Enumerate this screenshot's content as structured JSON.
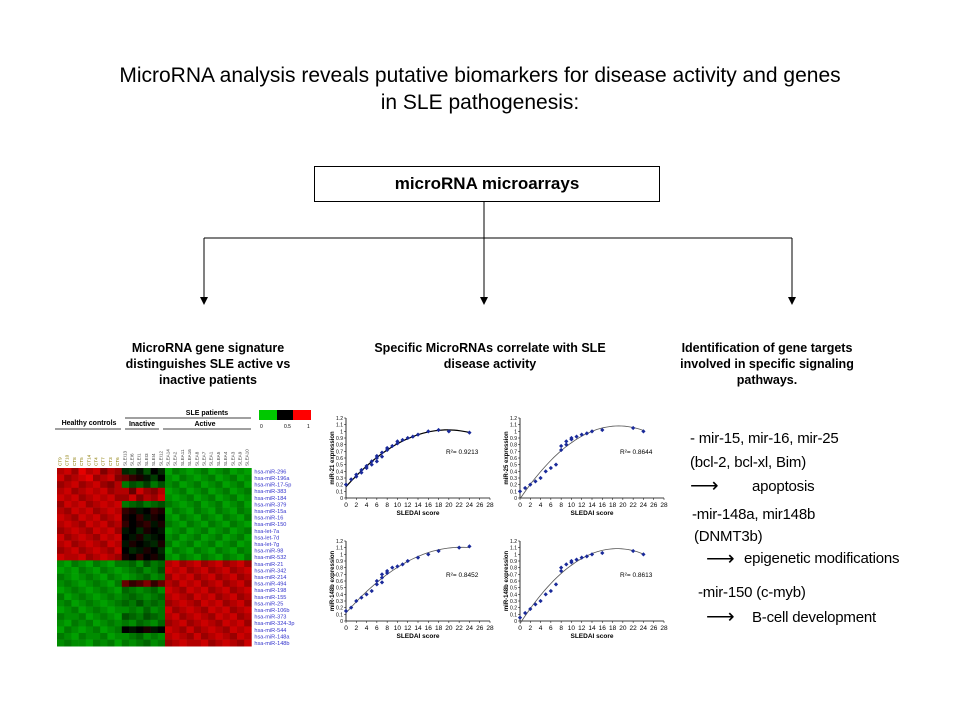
{
  "title_line1": "MicroRNA analysis reveals putative biomarkers for disease activity and genes",
  "title_line2": "in SLE pathogenesis:",
  "main_box": "microRNA microarrays",
  "branches": [
    {
      "line1": "MicroRNA gene signature",
      "line2": "distinguishes SLE active vs",
      "line3": "inactive patients"
    },
    {
      "line1": "Specific MicroRNAs correlate with SLE",
      "line2": "disease activity"
    },
    {
      "line1": "Identification of gene targets",
      "line2": "involved in specific signaling",
      "line3": "pathways."
    }
  ],
  "heatmap": {
    "group_header": "SLE patients",
    "healthy_label": "Healthy controls",
    "inactive_label": "Inactive",
    "active_label": "Active",
    "scale_labels": [
      "0",
      "0.5",
      "1"
    ],
    "colors": {
      "low": "#00c800",
      "mid": "#000000",
      "high": "#ff0000"
    },
    "mirnas": [
      "hsa-miR-296",
      "hsa-miR-196a",
      "hsa-miR-17-5p",
      "hsa-miR-383",
      "hsa-miR-184",
      "hsa-miR-379",
      "hsa-miR-15a",
      "hsa-miR-16",
      "hsa-miR-150",
      "hsa-let-7a",
      "hsa-let-7d",
      "hsa-let-7g",
      "hsa-miR-98",
      "hsa-miR-532",
      "hsa-miR-21",
      "hsa-miR-342",
      "hsa-miR-214",
      "hsa-miR-494",
      "hsa-miR-198",
      "hsa-miR-155",
      "hsa-miR-25",
      "hsa-miR-106b",
      "hsa-miR-373",
      "hsa-miR-324-3p",
      "hsa-miR-544",
      "hsa-miR-148a",
      "hsa-miR-148b"
    ],
    "columns": [
      "CT9",
      "CT10",
      "CT8",
      "CT5",
      "CT14",
      "CT4",
      "CT7",
      "CT3",
      "CT6",
      "SLEI13",
      "SLEI6",
      "SLEI1",
      "SLEI3",
      "SLEI4",
      "SLEI12",
      "SLEA14",
      "SLEA2",
      "SLEA11",
      "SLEA16",
      "SLEA8",
      "SLEA7",
      "SLEA1",
      "SLEA5",
      "SLEA4",
      "SLEA3",
      "SLEA9",
      "SLEA10"
    ],
    "matrix": [
      [
        0.85,
        0.9,
        0.8,
        0.95,
        0.85,
        0.9,
        0.75,
        0.85,
        0.8,
        0.4,
        0.35,
        0.45,
        0.3,
        0.5,
        0.4,
        0.1,
        0.2,
        0.15,
        0.1,
        0.15,
        0.2,
        0.1,
        0.15,
        0.2,
        0.1,
        0.15,
        0.1
      ],
      [
        0.9,
        0.8,
        0.85,
        0.9,
        0.95,
        0.8,
        0.85,
        0.9,
        0.75,
        0.7,
        0.6,
        0.55,
        0.45,
        0.35,
        0.5,
        0.15,
        0.1,
        0.2,
        0.15,
        0.1,
        0.15,
        0.2,
        0.1,
        0.15,
        0.2,
        0.1,
        0.15
      ],
      [
        0.8,
        0.85,
        0.9,
        0.8,
        0.85,
        0.9,
        0.8,
        0.75,
        0.85,
        0.2,
        0.3,
        0.25,
        0.35,
        0.2,
        0.3,
        0.15,
        0.2,
        0.1,
        0.15,
        0.2,
        0.1,
        0.15,
        0.2,
        0.1,
        0.15,
        0.2,
        0.1
      ],
      [
        0.85,
        0.9,
        0.8,
        0.85,
        0.9,
        0.85,
        0.9,
        0.8,
        0.85,
        0.85,
        0.7,
        0.9,
        0.8,
        0.75,
        0.85,
        0.1,
        0.15,
        0.2,
        0.1,
        0.15,
        0.2,
        0.1,
        0.15,
        0.2,
        0.1,
        0.15,
        0.2
      ],
      [
        0.9,
        0.85,
        0.9,
        0.8,
        0.85,
        0.9,
        0.85,
        0.9,
        0.8,
        0.8,
        0.9,
        0.75,
        0.85,
        0.8,
        0.9,
        0.15,
        0.1,
        0.15,
        0.2,
        0.1,
        0.15,
        0.2,
        0.1,
        0.15,
        0.2,
        0.1,
        0.15
      ],
      [
        0.8,
        0.9,
        0.85,
        0.9,
        0.8,
        0.85,
        0.9,
        0.85,
        0.9,
        0.2,
        0.25,
        0.3,
        0.2,
        0.25,
        0.3,
        0.2,
        0.15,
        0.1,
        0.15,
        0.2,
        0.1,
        0.15,
        0.2,
        0.1,
        0.15,
        0.2,
        0.1
      ],
      [
        0.85,
        0.8,
        0.9,
        0.85,
        0.9,
        0.8,
        0.85,
        0.9,
        0.85,
        0.6,
        0.55,
        0.45,
        0.5,
        0.6,
        0.55,
        0.1,
        0.2,
        0.15,
        0.1,
        0.2,
        0.15,
        0.1,
        0.2,
        0.15,
        0.1,
        0.2,
        0.15
      ],
      [
        0.9,
        0.85,
        0.8,
        0.9,
        0.85,
        0.9,
        0.8,
        0.85,
        0.9,
        0.55,
        0.5,
        0.6,
        0.45,
        0.55,
        0.5,
        0.15,
        0.1,
        0.2,
        0.15,
        0.1,
        0.2,
        0.15,
        0.1,
        0.2,
        0.15,
        0.1,
        0.2
      ],
      [
        0.85,
        0.9,
        0.85,
        0.8,
        0.9,
        0.85,
        0.9,
        0.8,
        0.85,
        0.6,
        0.5,
        0.55,
        0.6,
        0.45,
        0.55,
        0.2,
        0.15,
        0.1,
        0.2,
        0.15,
        0.1,
        0.2,
        0.15,
        0.1,
        0.2,
        0.15,
        0.1
      ],
      [
        0.8,
        0.85,
        0.9,
        0.85,
        0.8,
        0.9,
        0.85,
        0.9,
        0.8,
        0.45,
        0.5,
        0.4,
        0.55,
        0.5,
        0.45,
        0.1,
        0.15,
        0.2,
        0.1,
        0.15,
        0.2,
        0.1,
        0.15,
        0.2,
        0.1,
        0.15,
        0.2
      ],
      [
        0.9,
        0.8,
        0.85,
        0.9,
        0.85,
        0.8,
        0.9,
        0.85,
        0.9,
        0.5,
        0.45,
        0.55,
        0.4,
        0.45,
        0.5,
        0.15,
        0.2,
        0.1,
        0.15,
        0.2,
        0.1,
        0.15,
        0.2,
        0.1,
        0.15,
        0.2,
        0.1
      ],
      [
        0.85,
        0.9,
        0.8,
        0.85,
        0.9,
        0.85,
        0.8,
        0.9,
        0.85,
        0.45,
        0.55,
        0.5,
        0.45,
        0.4,
        0.55,
        0.2,
        0.1,
        0.15,
        0.2,
        0.1,
        0.15,
        0.2,
        0.1,
        0.15,
        0.2,
        0.1,
        0.15
      ],
      [
        0.8,
        0.85,
        0.9,
        0.8,
        0.85,
        0.9,
        0.85,
        0.8,
        0.9,
        0.5,
        0.4,
        0.45,
        0.55,
        0.5,
        0.4,
        0.1,
        0.2,
        0.15,
        0.1,
        0.2,
        0.15,
        0.1,
        0.2,
        0.15,
        0.1,
        0.2,
        0.15
      ],
      [
        0.9,
        0.85,
        0.85,
        0.9,
        0.8,
        0.85,
        0.9,
        0.85,
        0.8,
        0.55,
        0.5,
        0.6,
        0.5,
        0.55,
        0.45,
        0.15,
        0.1,
        0.2,
        0.15,
        0.1,
        0.2,
        0.15,
        0.1,
        0.2,
        0.15,
        0.1,
        0.2
      ],
      [
        0.15,
        0.1,
        0.2,
        0.15,
        0.1,
        0.2,
        0.15,
        0.1,
        0.2,
        0.2,
        0.25,
        0.15,
        0.3,
        0.2,
        0.25,
        0.85,
        0.9,
        0.8,
        0.85,
        0.9,
        0.8,
        0.85,
        0.9,
        0.8,
        0.85,
        0.9,
        0.8
      ],
      [
        0.1,
        0.15,
        0.1,
        0.2,
        0.15,
        0.1,
        0.2,
        0.15,
        0.1,
        0.15,
        0.2,
        0.25,
        0.15,
        0.2,
        0.3,
        0.9,
        0.85,
        0.9,
        0.8,
        0.85,
        0.9,
        0.8,
        0.85,
        0.9,
        0.8,
        0.85,
        0.9
      ],
      [
        0.2,
        0.15,
        0.1,
        0.15,
        0.2,
        0.15,
        0.1,
        0.2,
        0.15,
        0.1,
        0.15,
        0.2,
        0.25,
        0.15,
        0.2,
        0.8,
        0.9,
        0.85,
        0.9,
        0.8,
        0.85,
        0.9,
        0.8,
        0.85,
        0.9,
        0.8,
        0.85
      ],
      [
        0.15,
        0.2,
        0.15,
        0.1,
        0.15,
        0.2,
        0.15,
        0.1,
        0.2,
        0.7,
        0.6,
        0.65,
        0.75,
        0.6,
        0.7,
        0.85,
        0.8,
        0.9,
        0.85,
        0.9,
        0.8,
        0.85,
        0.9,
        0.8,
        0.85,
        0.9,
        0.8
      ],
      [
        0.1,
        0.15,
        0.2,
        0.15,
        0.1,
        0.15,
        0.2,
        0.15,
        0.1,
        0.25,
        0.2,
        0.15,
        0.2,
        0.25,
        0.15,
        0.9,
        0.85,
        0.8,
        0.9,
        0.85,
        0.9,
        0.8,
        0.85,
        0.9,
        0.8,
        0.85,
        0.9
      ],
      [
        0.2,
        0.1,
        0.15,
        0.2,
        0.15,
        0.1,
        0.15,
        0.2,
        0.15,
        0.2,
        0.25,
        0.2,
        0.15,
        0.2,
        0.25,
        0.85,
        0.9,
        0.85,
        0.8,
        0.9,
        0.85,
        0.9,
        0.8,
        0.85,
        0.9,
        0.8,
        0.85
      ],
      [
        0.15,
        0.2,
        0.1,
        0.15,
        0.2,
        0.15,
        0.1,
        0.15,
        0.2,
        0.25,
        0.2,
        0.3,
        0.2,
        0.25,
        0.2,
        0.8,
        0.85,
        0.9,
        0.85,
        0.8,
        0.9,
        0.85,
        0.9,
        0.8,
        0.85,
        0.9,
        0.8
      ],
      [
        0.1,
        0.15,
        0.2,
        0.1,
        0.15,
        0.2,
        0.15,
        0.1,
        0.15,
        0.15,
        0.2,
        0.15,
        0.25,
        0.15,
        0.2,
        0.9,
        0.8,
        0.85,
        0.9,
        0.85,
        0.8,
        0.9,
        0.85,
        0.9,
        0.8,
        0.85,
        0.9
      ],
      [
        0.2,
        0.15,
        0.15,
        0.2,
        0.1,
        0.15,
        0.2,
        0.15,
        0.1,
        0.3,
        0.25,
        0.2,
        0.3,
        0.25,
        0.2,
        0.85,
        0.9,
        0.8,
        0.85,
        0.9,
        0.85,
        0.8,
        0.9,
        0.85,
        0.9,
        0.8,
        0.85
      ],
      [
        0.15,
        0.1,
        0.2,
        0.15,
        0.2,
        0.1,
        0.15,
        0.2,
        0.15,
        0.2,
        0.15,
        0.25,
        0.2,
        0.15,
        0.25,
        0.8,
        0.85,
        0.9,
        0.8,
        0.85,
        0.9,
        0.85,
        0.8,
        0.9,
        0.85,
        0.9,
        0.8
      ],
      [
        0.1,
        0.2,
        0.15,
        0.1,
        0.15,
        0.2,
        0.1,
        0.15,
        0.2,
        0.5,
        0.45,
        0.5,
        0.55,
        0.45,
        0.5,
        0.9,
        0.85,
        0.8,
        0.9,
        0.8,
        0.85,
        0.9,
        0.85,
        0.8,
        0.9,
        0.85,
        0.9
      ],
      [
        0.2,
        0.15,
        0.1,
        0.2,
        0.15,
        0.15,
        0.2,
        0.1,
        0.15,
        0.15,
        0.2,
        0.25,
        0.15,
        0.2,
        0.15,
        0.85,
        0.9,
        0.85,
        0.8,
        0.9,
        0.8,
        0.85,
        0.9,
        0.85,
        0.8,
        0.9,
        0.85
      ],
      [
        0.15,
        0.2,
        0.15,
        0.15,
        0.1,
        0.2,
        0.15,
        0.2,
        0.1,
        0.2,
        0.15,
        0.2,
        0.25,
        0.15,
        0.2,
        0.8,
        0.85,
        0.9,
        0.85,
        0.85,
        0.9,
        0.8,
        0.85,
        0.9,
        0.85,
        0.8,
        0.9
      ]
    ]
  },
  "correlations": [
    {
      "ylabel": "miR-21 expression",
      "xlabel": "SLEDAI score",
      "r2": "R²= 0.9213",
      "x": [
        0,
        1,
        2,
        2,
        3,
        3,
        4,
        4,
        5,
        5,
        6,
        6,
        6,
        7,
        7,
        8,
        8,
        9,
        10,
        10,
        11,
        12,
        13,
        14,
        16,
        18,
        20,
        24
      ],
      "y": [
        0.2,
        0.28,
        0.32,
        0.35,
        0.38,
        0.42,
        0.45,
        0.48,
        0.5,
        0.55,
        0.55,
        0.6,
        0.63,
        0.62,
        0.68,
        0.72,
        0.75,
        0.78,
        0.82,
        0.85,
        0.87,
        0.9,
        0.92,
        0.95,
        1.0,
        1.02,
        1.0,
        0.98
      ]
    },
    {
      "ylabel": "miR-25 expression",
      "xlabel": "SLEDAI score",
      "r2": "R²= 0.8644",
      "x": [
        0,
        1,
        2,
        3,
        4,
        5,
        6,
        7,
        8,
        8,
        9,
        9,
        10,
        10,
        11,
        12,
        13,
        14,
        16,
        22,
        24
      ],
      "y": [
        0.1,
        0.15,
        0.2,
        0.25,
        0.3,
        0.4,
        0.45,
        0.5,
        0.72,
        0.78,
        0.8,
        0.85,
        0.88,
        0.9,
        0.92,
        0.95,
        0.97,
        1.0,
        1.02,
        1.05,
        1.0
      ]
    },
    {
      "ylabel": "miR-148b expression",
      "xlabel": "SLEDAI score",
      "r2": "R²= 0.8452",
      "x": [
        0,
        1,
        2,
        3,
        4,
        5,
        6,
        6,
        7,
        7,
        7,
        8,
        8,
        9,
        10,
        11,
        12,
        14,
        16,
        18,
        22,
        24
      ],
      "y": [
        0.15,
        0.2,
        0.3,
        0.35,
        0.4,
        0.45,
        0.55,
        0.6,
        0.58,
        0.65,
        0.7,
        0.72,
        0.75,
        0.8,
        0.82,
        0.85,
        0.9,
        0.95,
        1.0,
        1.05,
        1.1,
        1.12
      ]
    },
    {
      "ylabel": "miR-148b expression",
      "xlabel": "SLEDAI score",
      "r2": "R²= 0.8613",
      "x": [
        0,
        1,
        2,
        3,
        4,
        5,
        6,
        7,
        8,
        8,
        9,
        10,
        10,
        11,
        12,
        13,
        14,
        16,
        22,
        24
      ],
      "y": [
        0.05,
        0.12,
        0.18,
        0.25,
        0.3,
        0.4,
        0.45,
        0.55,
        0.75,
        0.8,
        0.85,
        0.88,
        0.9,
        0.92,
        0.95,
        0.97,
        1.0,
        1.02,
        1.05,
        1.0
      ]
    }
  ],
  "axes": {
    "xticks": [
      "0",
      "2",
      "4",
      "6",
      "8",
      "10",
      "12",
      "14",
      "16",
      "18",
      "20",
      "22",
      "24",
      "26",
      "28"
    ],
    "yticks": [
      "0",
      "0.1",
      "0.2",
      "0.3",
      "0.4",
      "0.5",
      "0.6",
      "0.7",
      "0.8",
      "0.9",
      "1",
      "1.1",
      "1.2"
    ],
    "xlim": [
      0,
      28
    ],
    "ylim": [
      0,
      1.2
    ]
  },
  "targets": {
    "t1_line1": "- mir-15, mir-16, mir-25",
    "t1_line2": "(bcl-2, bcl-xl, Bim)",
    "t1_result": "apoptosis",
    "t2_line1": "-mir-148a, mir148b",
    "t2_line2": "(DNMT3b)",
    "t2_result": "epigenetic modifications",
    "t3_line1": "-mir-150 (c-myb)",
    "t3_result": "B-cell development",
    "arrow_glyph": "⟶"
  }
}
